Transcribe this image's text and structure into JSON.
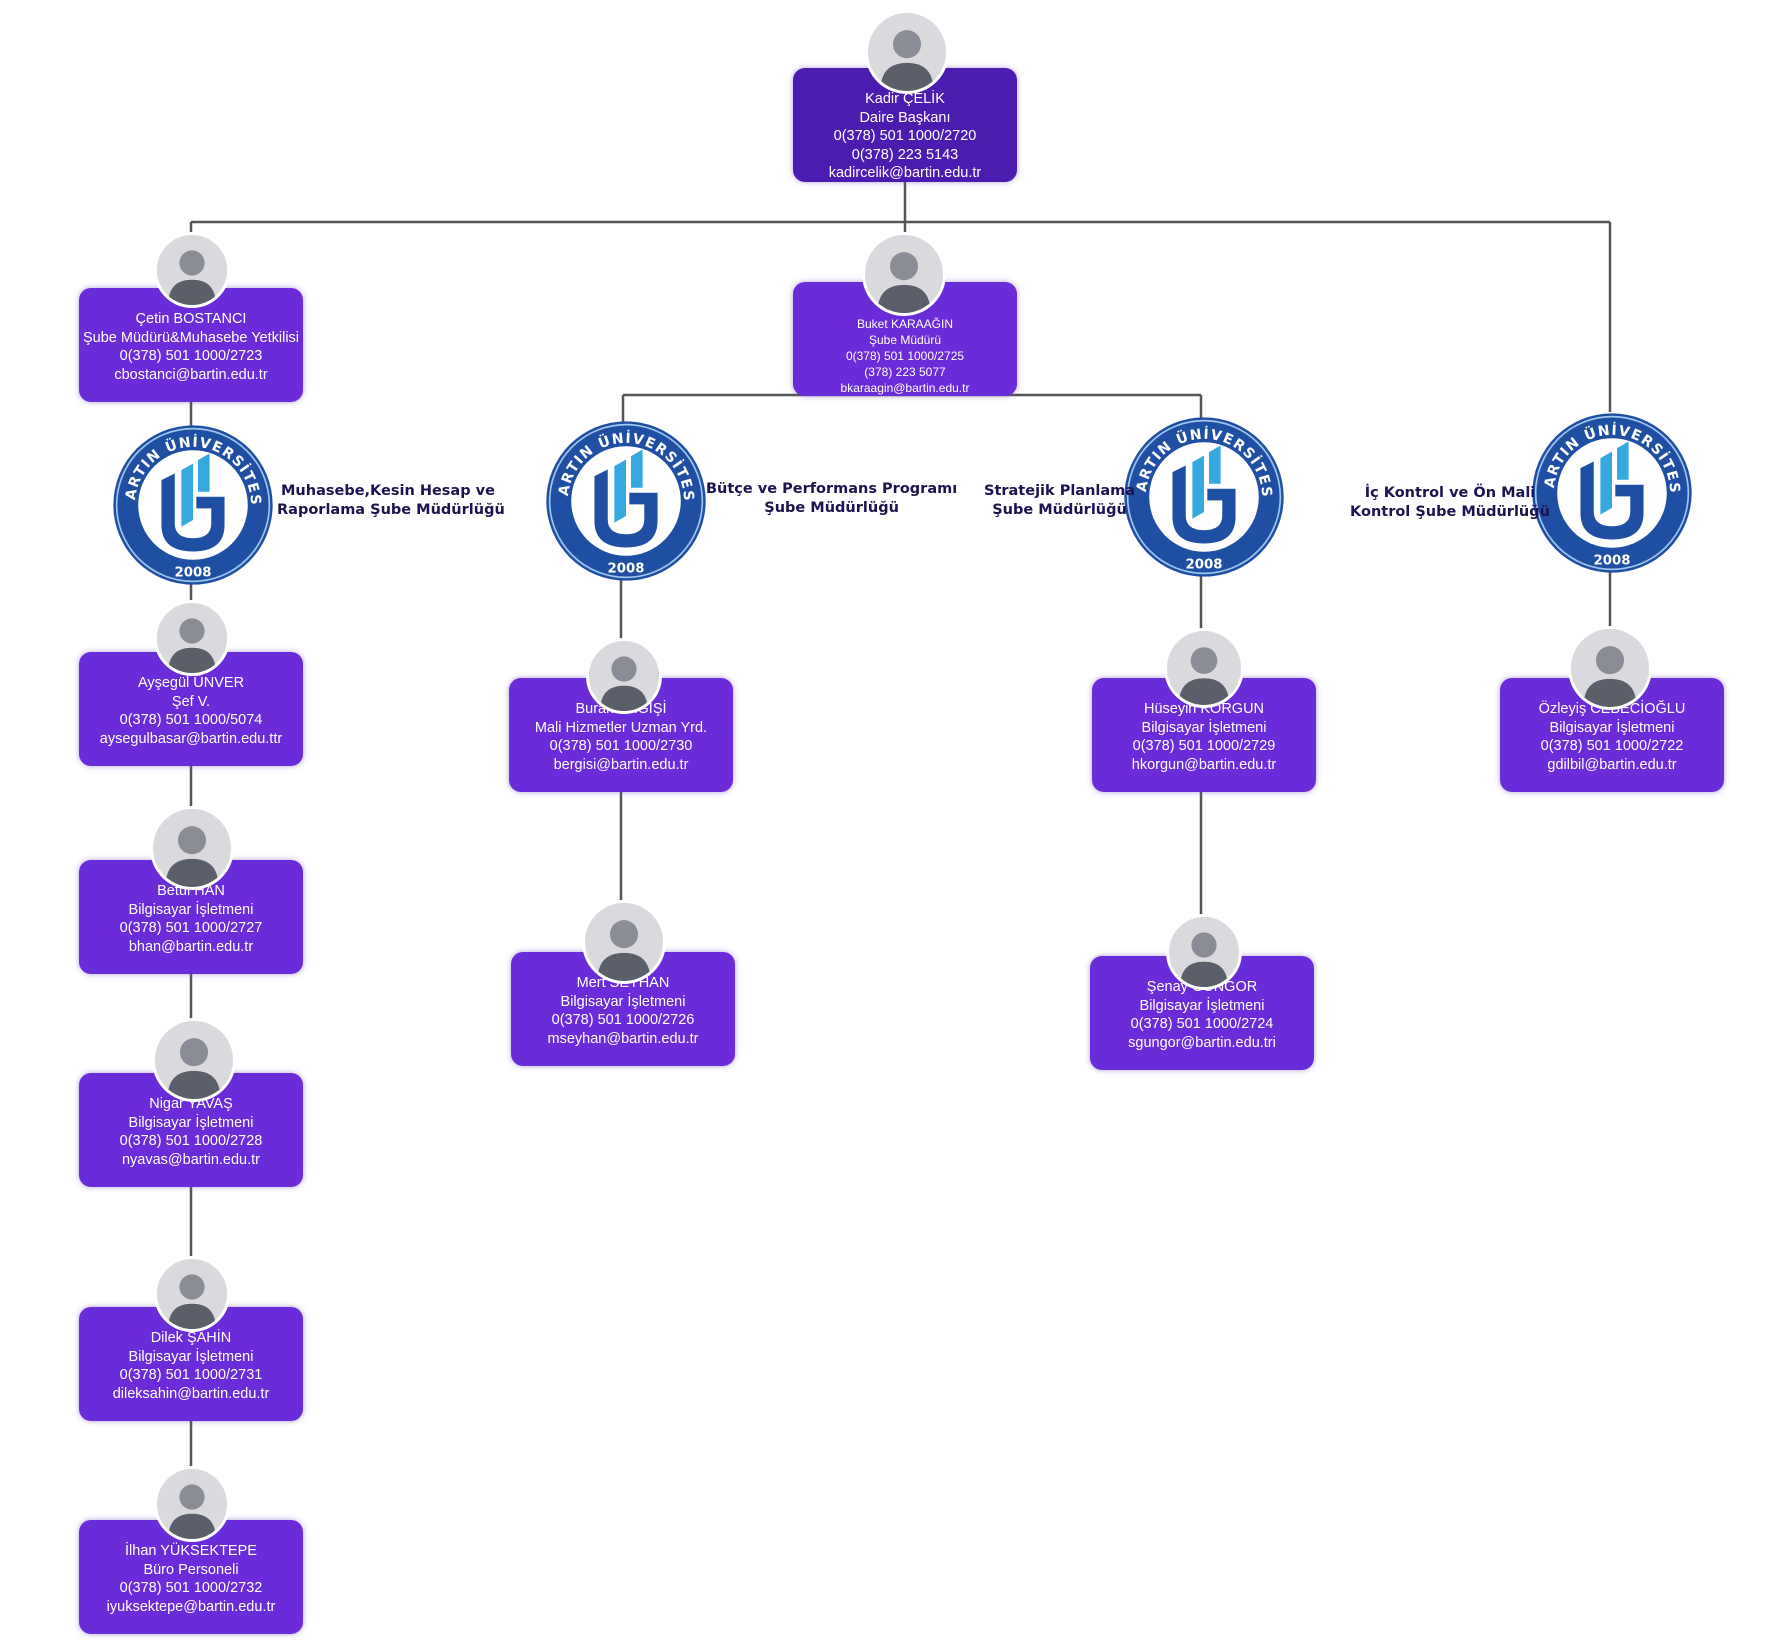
{
  "colors": {
    "card": "#6a2bd9",
    "card_head": "#4c1bb0",
    "logo_blue": "#1f4fa3",
    "logo_light": "#35a8e0",
    "line": "#555555"
  },
  "head": {
    "name": "Kadir ÇELİK",
    "title": "Daire Başkanı",
    "phone1": "0(378)  501  1000/2720",
    "phone2": "0(378)  223  5143",
    "email": "kadircelik@bartin.edu.tr"
  },
  "logo": {
    "ring_text": "BARTIN ÜNİVERSİTESİ",
    "year": "2008",
    "icon": "bartin-university-logo"
  },
  "units": [
    {
      "label_line1": "Muhasebe,Kesin Hesap ve",
      "label_line2": "Raporlama Şube Müdürlüğü"
    },
    {
      "label_line1": "Bütçe ve Performans Programı",
      "label_line2": "Şube Müdürlüğü"
    },
    {
      "label_line1": "Stratejik Planlama",
      "label_line2": "Şube Müdürlüğü"
    },
    {
      "label_line1": "İç Kontrol ve Ön Mali",
      "label_line2": "Kontrol Şube Müdürlüğü"
    }
  ],
  "managers": [
    {
      "name": "Çetin BOSTANCI",
      "title": "Şube Müdürü&Muhasebe Yetkilisi",
      "phone1": "0(378) 501 1000/2723",
      "email": "cbostanci@bartin.edu.tr"
    },
    {
      "name": "Buket KARAAĞIN",
      "title": "Şube Müdürü",
      "phone1": "0(378)  501  1000/2725",
      "phone2": "(378)  223  5077",
      "email": "bkaraagin@bartin.edu.tr"
    }
  ],
  "col1": [
    {
      "name": "Ayşegül ÜNVER",
      "title": "Şef V.",
      "phone": "0(378) 501  1000/5074",
      "email": "aysegulbasar@bartin.edu.ttr"
    },
    {
      "name": "Betül HAN",
      "title": "Bilgisayar İşletmeni",
      "phone": "0(378)  501  1000/2727",
      "email": "bhan@bartin.edu.tr"
    },
    {
      "name": "Nigar YAVAŞ",
      "title": "Bilgisayar İşletmeni",
      "phone": "0(378)  501  1000/2728",
      "email": "nyavas@bartin.edu.tr"
    },
    {
      "name": "Dilek ŞAHİN",
      "title": "Bilgisayar İşletmeni",
      "phone": "0(378)  501  1000/2731",
      "email": "dileksahin@bartin.edu.tr"
    },
    {
      "name": "İlhan YÜKSEKTEPE",
      "title": "Büro Personeli",
      "phone": "0(378) 501 1000/2732",
      "email": "iyuksektepe@bartin.edu.tr"
    }
  ],
  "col2": [
    {
      "name": "Burak ERGİŞİ",
      "title": "Mali Hizmetler Uzman Yrd.",
      "phone": "0(378)  501  1000/2730",
      "email": "bergisi@bartin.edu.tr"
    },
    {
      "name": "Mert SEYHAN",
      "title": "Bilgisayar İşletmeni",
      "phone": "0(378)  501  1000/2726",
      "email": "mseyhan@bartin.edu.tr"
    }
  ],
  "col3": [
    {
      "name": "Hüseyin KORGUN",
      "title": "Bilgisayar İşletmeni",
      "phone": "0(378)  501  1000/2729",
      "email": "hkorgun@bartin.edu.tr"
    },
    {
      "name": "Şenay GÜNGOR",
      "title": "Bilgisayar İşletmeni",
      "phone": "0(378)  501  1000/2724",
      "email": "sgungor@bartin.edu.tri"
    }
  ],
  "col4": [
    {
      "name": "Özleyiş CEBECİOĞLU",
      "title": "Bilgisayar İşletmeni",
      "phone": "0(378)  501  1000/2722",
      "email": "gdilbil@bartin.edu.tr"
    }
  ]
}
